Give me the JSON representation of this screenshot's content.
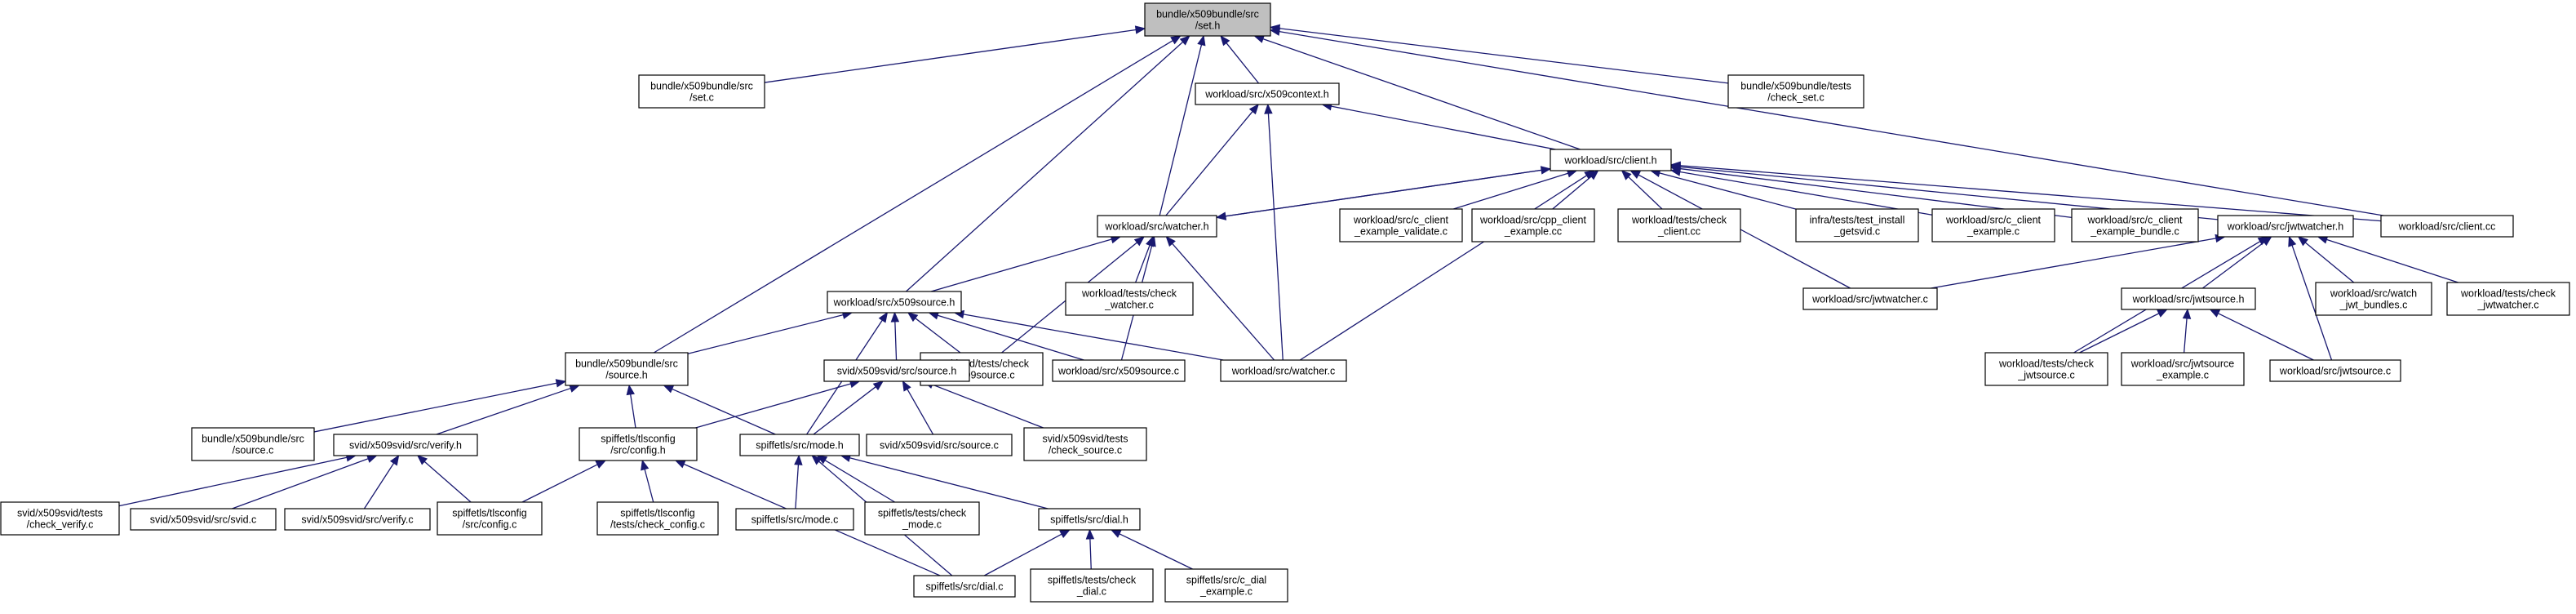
{
  "colors": {
    "edge": "#191970",
    "node_border": "#000000",
    "focus_fill": "#bfbfbf",
    "background": "#ffffff"
  },
  "nodes": {
    "set_h": [
      "bundle/x509bundle/src",
      "/set.h"
    ],
    "set_c": [
      "bundle/x509bundle/src",
      "/set.c"
    ],
    "x509context_h": [
      "workload/src/x509context.h"
    ],
    "check_set_c": [
      "bundle/x509bundle/tests",
      "/check_set.c"
    ],
    "client_h": [
      "workload/src/client.h"
    ],
    "watcher_h": [
      "workload/src/watcher.h"
    ],
    "c_client_example_validate": [
      "workload/src/c_client",
      "_example_validate.c"
    ],
    "cpp_client_example": [
      "workload/src/cpp_client",
      "_example.cc"
    ],
    "tests_check_client": [
      "workload/tests/check",
      "_client.cc"
    ],
    "test_install_getsvid": [
      "infra/tests/test_install",
      "_getsvid.c"
    ],
    "c_client_example": [
      "workload/src/c_client",
      "_example.c"
    ],
    "c_client_example_bundle": [
      "workload/src/c_client",
      "_example_bundle.c"
    ],
    "jwtwatcher_h": [
      "workload/src/jwtwatcher.h"
    ],
    "client_cc": [
      "workload/src/client.cc"
    ],
    "tests_check_watcher": [
      "workload/tests/check",
      "_watcher.c"
    ],
    "x509source_h": [
      "workload/src/x509source.h"
    ],
    "jwtwatcher_c": [
      "workload/src/jwtwatcher.c"
    ],
    "jwtsource_h": [
      "workload/src/jwtsource.h"
    ],
    "watch_jwt_bundles": [
      "workload/src/watch",
      "_jwt_bundles.c"
    ],
    "tests_check_jwtwatcher": [
      "workload/tests/check",
      "_jwtwatcher.c"
    ],
    "source_h": [
      "bundle/x509bundle/src",
      "/source.h"
    ],
    "tests_check_x509source": [
      "workload/tests/check",
      "_x509source.c"
    ],
    "x509source_c": [
      "workload/src/x509source.c"
    ],
    "watcher_c": [
      "workload/src/watcher.c"
    ],
    "svid_source_h": [
      "svid/x509svid/src/source.h"
    ],
    "tests_check_jwtsource": [
      "workload/tests/check",
      "_jwtsource.c"
    ],
    "jwtsource_example": [
      "workload/src/jwtsource",
      "_example.c"
    ],
    "jwtsource_c": [
      "workload/src/jwtsource.c"
    ],
    "bundle_source_c": [
      "bundle/x509bundle/src",
      "/source.c"
    ],
    "verify_h": [
      "svid/x509svid/src/verify.h"
    ],
    "tlsconfig_config_h": [
      "spiffetls/tlsconfig",
      "/src/config.h"
    ],
    "mode_h": [
      "spiffetls/src/mode.h"
    ],
    "svid_source_c": [
      "svid/x509svid/src/source.c"
    ],
    "svid_tests_check_source": [
      "svid/x509svid/tests",
      "/check_source.c"
    ],
    "svid_tests_check_verify": [
      "svid/x509svid/tests",
      "/check_verify.c"
    ],
    "svid_c": [
      "svid/x509svid/src/svid.c"
    ],
    "verify_c": [
      "svid/x509svid/src/verify.c"
    ],
    "tlsconfig_config_c": [
      "spiffetls/tlsconfig",
      "/src/config.c"
    ],
    "tlsconfig_tests_check_config": [
      "spiffetls/tlsconfig",
      "/tests/check_config.c"
    ],
    "mode_c": [
      "spiffetls/src/mode.c"
    ],
    "tests_check_mode": [
      "spiffetls/tests/check",
      "_mode.c"
    ],
    "dial_h": [
      "spiffetls/src/dial.h"
    ],
    "dial_c": [
      "spiffetls/src/dial.c"
    ],
    "tests_check_dial": [
      "spiffetls/tests/check",
      "_dial.c"
    ],
    "c_dial_example": [
      "spiffetls/src/c_dial",
      "_example.c"
    ]
  }
}
